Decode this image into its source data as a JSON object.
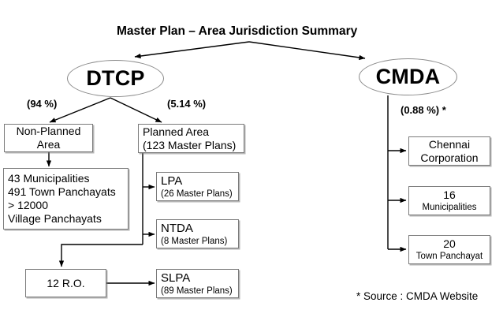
{
  "title": "Master Plan – Area Jurisdiction Summary",
  "source_note": "* Source : CMDA Website",
  "roots": [
    {
      "id": "dtcp",
      "label": "DTCP"
    },
    {
      "id": "cmda",
      "label": "CMDA"
    }
  ],
  "percent_labels": [
    {
      "id": "pct-dtcp-nonplanned",
      "text": "(94 %)"
    },
    {
      "id": "pct-dtcp-planned",
      "text": "(5.14 %)"
    },
    {
      "id": "pct-cmda",
      "text": "(0.88 %) *"
    }
  ],
  "nodes": [
    {
      "id": "non-planned-area",
      "lines": [
        {
          "text": "Non-Planned",
          "size": "normal"
        },
        {
          "text": "Area",
          "size": "normal"
        }
      ]
    },
    {
      "id": "panchayat-counts",
      "lines": [
        {
          "text": "43 Municipalities",
          "size": "normal"
        },
        {
          "text": "491 Town Panchayats",
          "size": "normal"
        },
        {
          "text": "> 12000",
          "size": "normal"
        },
        {
          "text": "Village Panchayats",
          "size": "normal"
        }
      ]
    },
    {
      "id": "planned-area",
      "lines": [
        {
          "text": "Planned Area",
          "size": "normal"
        },
        {
          "text": "(123 Master Plans)",
          "size": "normal"
        }
      ]
    },
    {
      "id": "lpa",
      "lines": [
        {
          "text": "LPA",
          "size": "big"
        },
        {
          "text": "(26 Master Plans)",
          "size": "small"
        }
      ]
    },
    {
      "id": "ntda",
      "lines": [
        {
          "text": "NTDA",
          "size": "big"
        },
        {
          "text": "(8 Master Plans)",
          "size": "small"
        }
      ]
    },
    {
      "id": "slpa",
      "lines": [
        {
          "text": "SLPA",
          "size": "big"
        },
        {
          "text": "(89 Master Plans)",
          "size": "small"
        }
      ]
    },
    {
      "id": "regional-offices",
      "lines": [
        {
          "text": "12 R.O.",
          "size": "normal"
        }
      ]
    },
    {
      "id": "chennai-corporation",
      "lines": [
        {
          "text": "Chennai",
          "size": "normal"
        },
        {
          "text": "Corporation",
          "size": "normal"
        }
      ]
    },
    {
      "id": "municipalities",
      "lines": [
        {
          "text": "16",
          "size": "normal"
        },
        {
          "text": "Municipalities",
          "size": "small"
        }
      ]
    },
    {
      "id": "town-panchayat",
      "lines": [
        {
          "text": "20",
          "size": "normal"
        },
        {
          "text": "Town Panchayat",
          "size": "small"
        }
      ]
    }
  ],
  "colors": {
    "text": "#000000",
    "box_border": "#7b7b7b",
    "edge": "#000000",
    "background": "#ffffff"
  }
}
